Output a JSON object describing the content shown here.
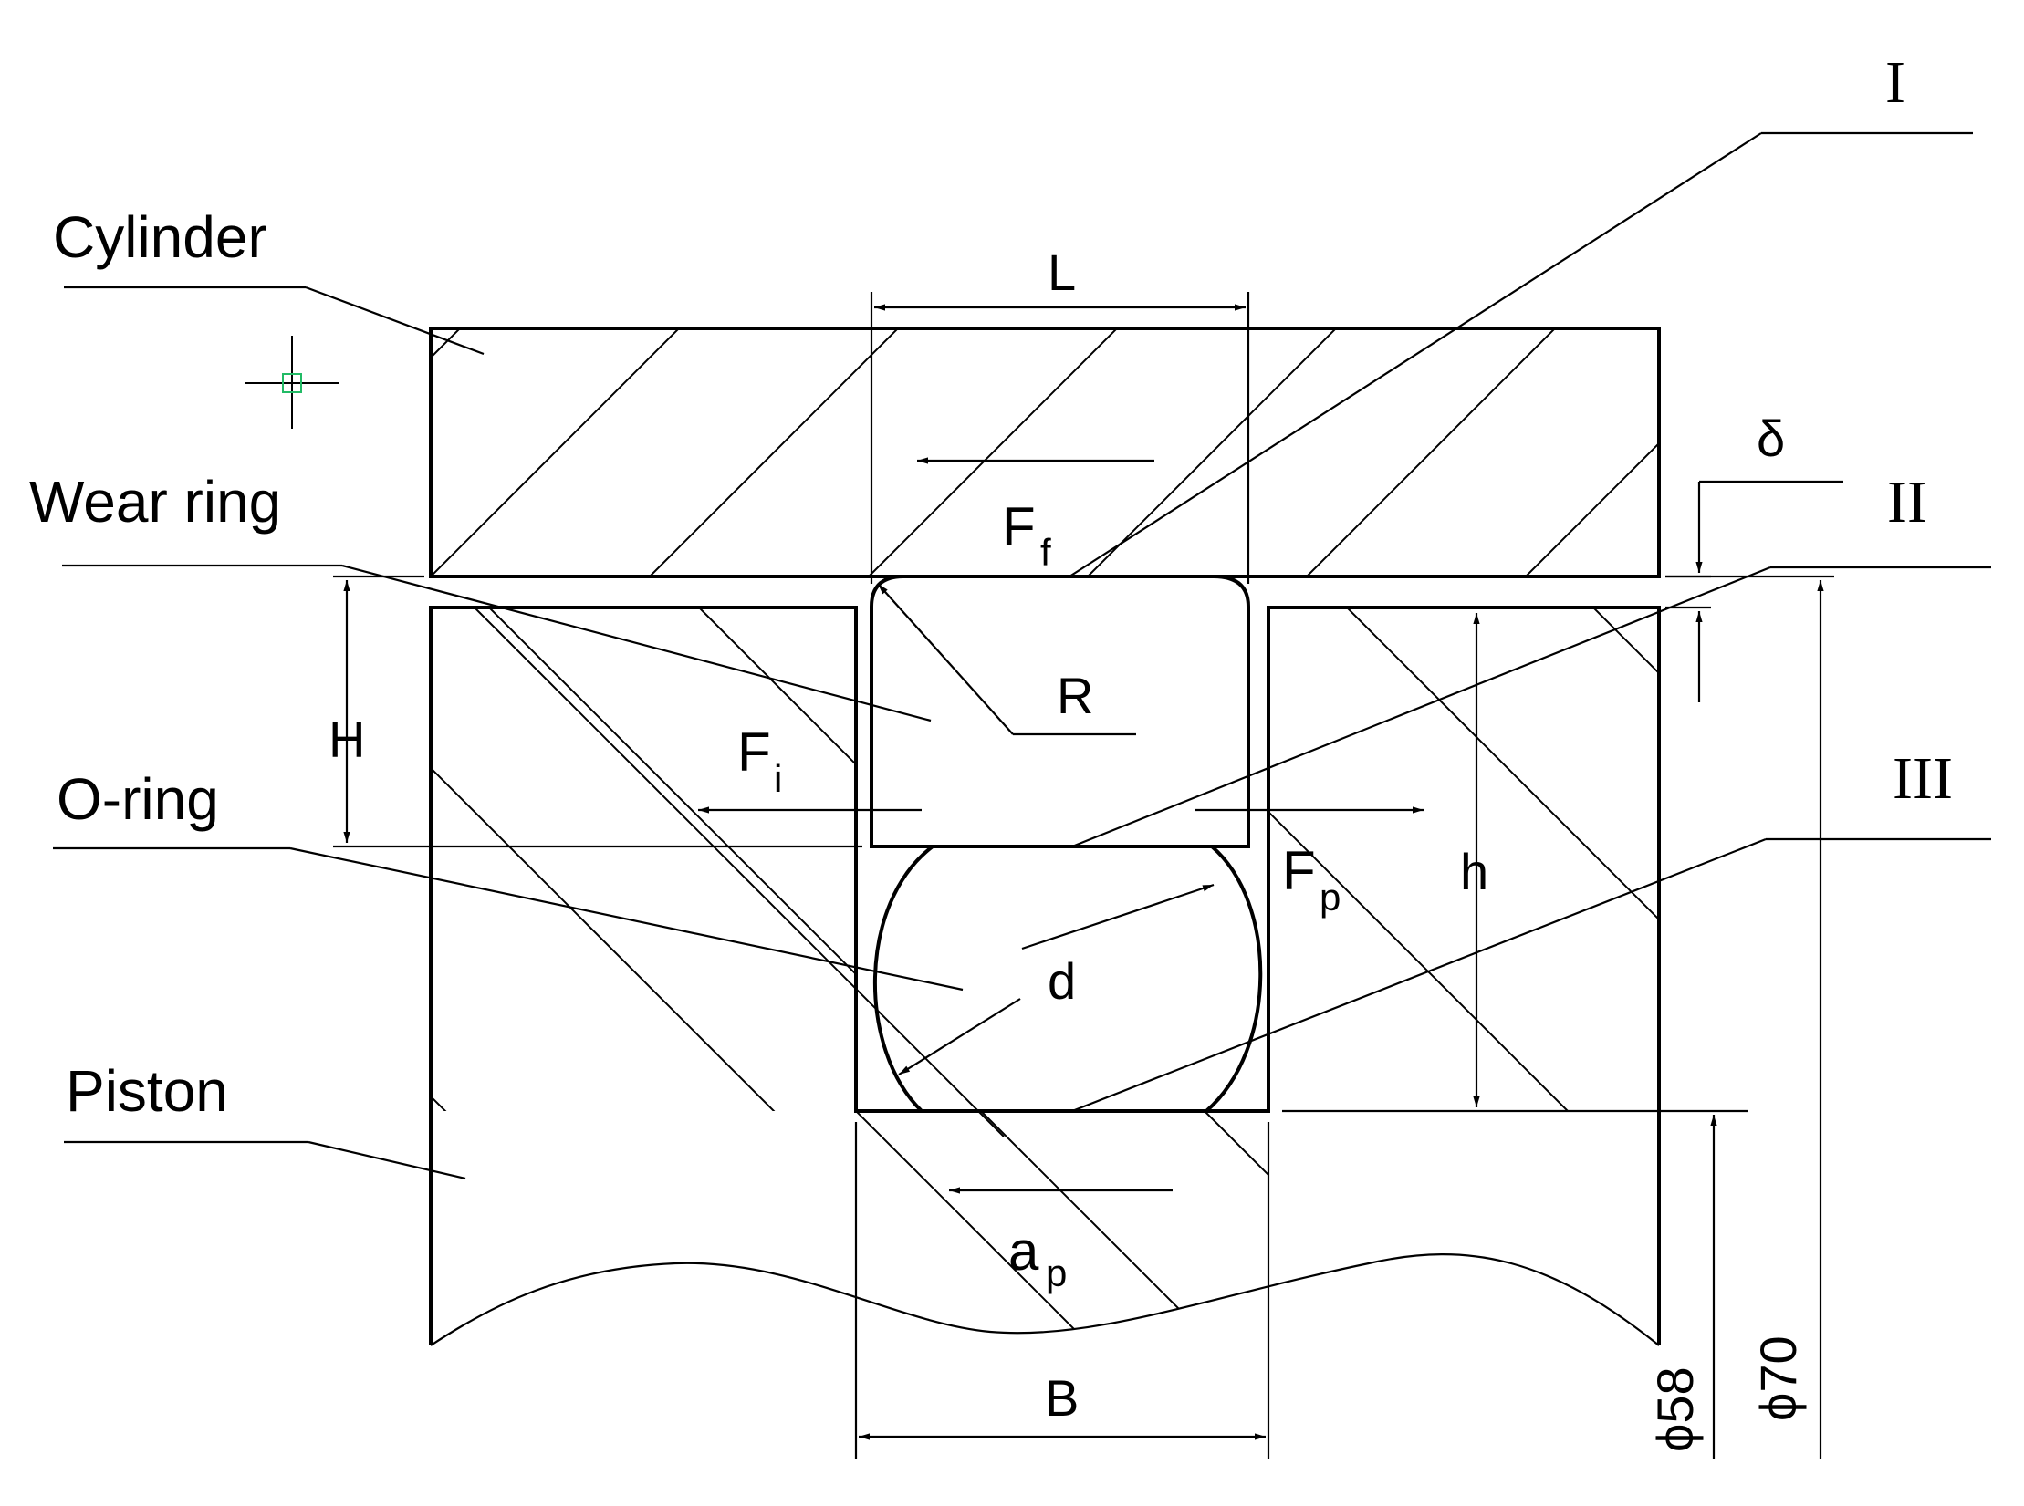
{
  "labels": {
    "cylinder": "Cylinder",
    "wear_ring": "Wear ring",
    "o_ring": "O-ring",
    "piston": "Piston"
  },
  "zones": {
    "zone_1": "I",
    "zone_2": "II",
    "zone_3": "III"
  },
  "dimensions": {
    "L": "L",
    "B": "B",
    "H": "H",
    "h": "h",
    "R": "R",
    "d": "d",
    "delta": "δ",
    "dia_58": "ϕ58",
    "dia_70": "ϕ70"
  },
  "forces": {
    "Ff": {
      "base": "F",
      "sub": "f"
    },
    "Fi": {
      "base": "F",
      "sub": "i"
    },
    "Fp": {
      "base": "F",
      "sub": "p"
    },
    "ap": {
      "base": "a",
      "sub": "p"
    }
  }
}
